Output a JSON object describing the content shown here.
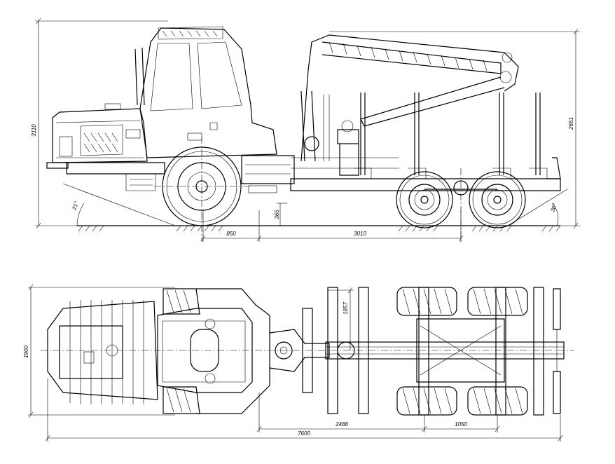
{
  "side_view": {
    "dim_height_total": "3110",
    "dim_height_stakes": "2651",
    "dim_ground_clearance": "365",
    "dim_front_axle": "850",
    "dim_wheelbase_rear": "3010",
    "angle_front": "21°",
    "angle_rear": "36°"
  },
  "top_view": {
    "dim_width": "1900",
    "dim_bunk": "1857",
    "dim_rear_section": "2486",
    "dim_bogie": "1050",
    "dim_total_length": "7600"
  }
}
